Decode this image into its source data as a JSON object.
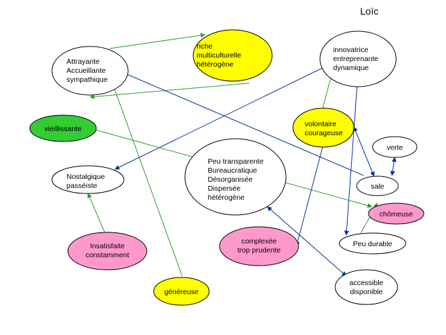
{
  "title": "Loïc",
  "colors": {
    "white": "#ffffff",
    "yellow": "#ffff00",
    "green": "#33cc33",
    "pink": "#ff99cc",
    "edge_green": "#339933",
    "edge_blue": "#003399"
  },
  "nodes": [
    {
      "id": "attrayante",
      "fill": "white",
      "lines": [
        "Attrayante",
        "Accueillante",
        "sympathique"
      ]
    },
    {
      "id": "riche",
      "fill": "yellow",
      "lines": [
        "riche",
        "multiculturelle",
        "hétérogène"
      ]
    },
    {
      "id": "innovatrice",
      "fill": "white",
      "lines": [
        "innovatrice",
        "entreprenante",
        "dynamique"
      ]
    },
    {
      "id": "vieillissante",
      "fill": "green",
      "lines": [
        "vieillissante"
      ]
    },
    {
      "id": "volontaire",
      "fill": "yellow",
      "lines": [
        "volontaire",
        "courageuse"
      ]
    },
    {
      "id": "verte",
      "fill": "white",
      "lines": [
        "verte"
      ]
    },
    {
      "id": "nostalgique",
      "fill": "white",
      "lines": [
        "Nostalgique",
        "passéiste"
      ]
    },
    {
      "id": "peu_transparente",
      "fill": "white",
      "lines": [
        "Peu transparente",
        "Bureaucratique",
        "Désorganisée",
        "Dispersée",
        "hétérogène"
      ]
    },
    {
      "id": "sale",
      "fill": "white",
      "lines": [
        "sale"
      ]
    },
    {
      "id": "chomeuse",
      "fill": "pink",
      "lines": [
        "chômeuse"
      ]
    },
    {
      "id": "complexee",
      "fill": "pink",
      "lines": [
        "complexée",
        "trop prudente"
      ]
    },
    {
      "id": "peu_durable",
      "fill": "white",
      "lines": [
        "Peu durable"
      ]
    },
    {
      "id": "insatisfaite",
      "fill": "pink",
      "lines": [
        "Insatisfaite",
        "constamment"
      ]
    },
    {
      "id": "accessible",
      "fill": "white",
      "lines": [
        "accessible",
        "disponible"
      ]
    },
    {
      "id": "genereuse",
      "fill": "yellow",
      "lines": [
        "généreuse"
      ]
    }
  ],
  "edges": [
    {
      "from": "attrayante",
      "to": "riche",
      "color": "edge_green",
      "dir": "end"
    },
    {
      "from": "riche",
      "to": "attrayante",
      "color": "edge_green",
      "dir": "end"
    },
    {
      "from": "innovatrice",
      "to": "nostalgique",
      "color": "edge_blue",
      "dir": "end"
    },
    {
      "from": "attrayante",
      "to": "sale",
      "color": "edge_blue",
      "dir": "start"
    },
    {
      "from": "vieillissante",
      "to": "chomeuse",
      "color": "edge_green",
      "dir": "end"
    },
    {
      "from": "volontaire",
      "to": "innovatrice",
      "color": "edge_green",
      "dir": "end"
    },
    {
      "from": "volontaire",
      "to": "sale",
      "color": "edge_blue",
      "dir": "both"
    },
    {
      "from": "verte",
      "to": "sale",
      "color": "edge_blue",
      "dir": "both"
    },
    {
      "from": "innovatrice",
      "to": "peu_durable",
      "color": "edge_blue",
      "dir": "both"
    },
    {
      "from": "peu_durable",
      "to": "chomeuse",
      "color": "edge_green",
      "dir": "end"
    },
    {
      "from": "complexee",
      "to": "volontaire",
      "color": "edge_blue",
      "dir": "both"
    },
    {
      "from": "insatisfaite",
      "to": "nostalgique",
      "color": "edge_green",
      "dir": "end"
    },
    {
      "from": "genereuse",
      "to": "attrayante",
      "color": "edge_green",
      "dir": "end"
    },
    {
      "from": "peu_transparente",
      "to": "accessible",
      "color": "edge_blue",
      "dir": "both"
    }
  ]
}
